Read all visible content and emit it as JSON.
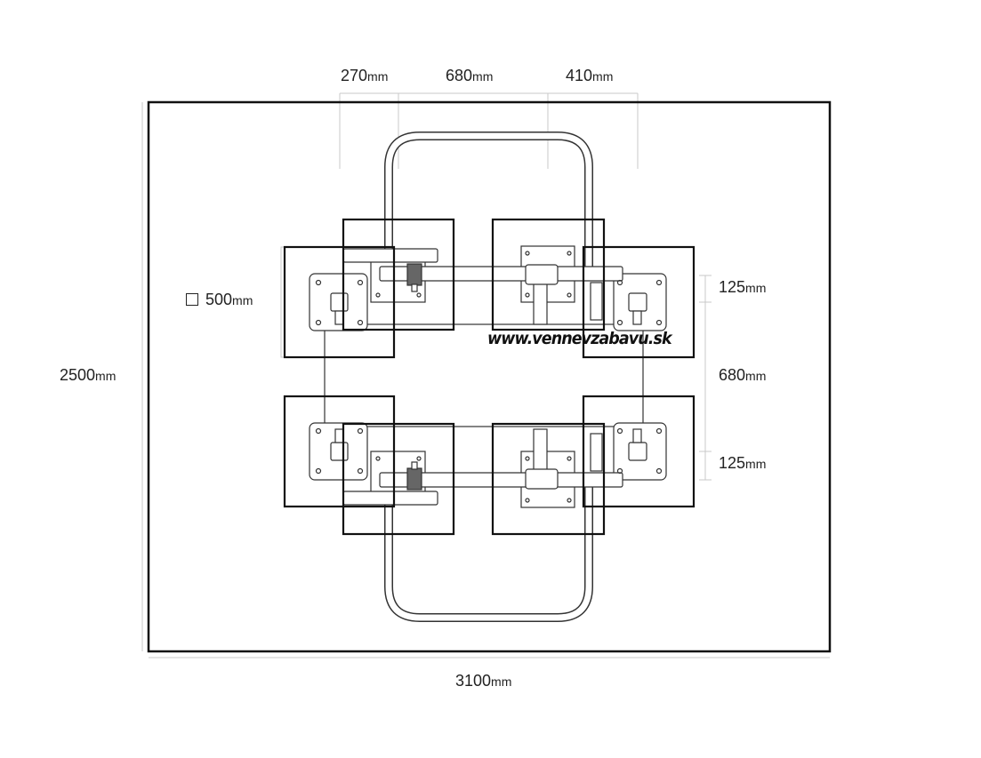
{
  "dimensions": {
    "top": [
      {
        "value": "270",
        "unit": "mm"
      },
      {
        "value": "680",
        "unit": "mm"
      },
      {
        "value": "410",
        "unit": "mm"
      }
    ],
    "left_height": {
      "value": "2500",
      "unit": "mm"
    },
    "bottom_width": {
      "value": "3100",
      "unit": "mm"
    },
    "seat_size": {
      "value": "500",
      "unit": "mm"
    },
    "right": [
      {
        "value": "125",
        "unit": "mm"
      },
      {
        "value": "680",
        "unit": "mm"
      },
      {
        "value": "125",
        "unit": "mm"
      }
    ]
  },
  "watermark": "www.vennevzabavu.sk",
  "colors": {
    "line": "#111111",
    "dim": "#bbbbbb"
  }
}
